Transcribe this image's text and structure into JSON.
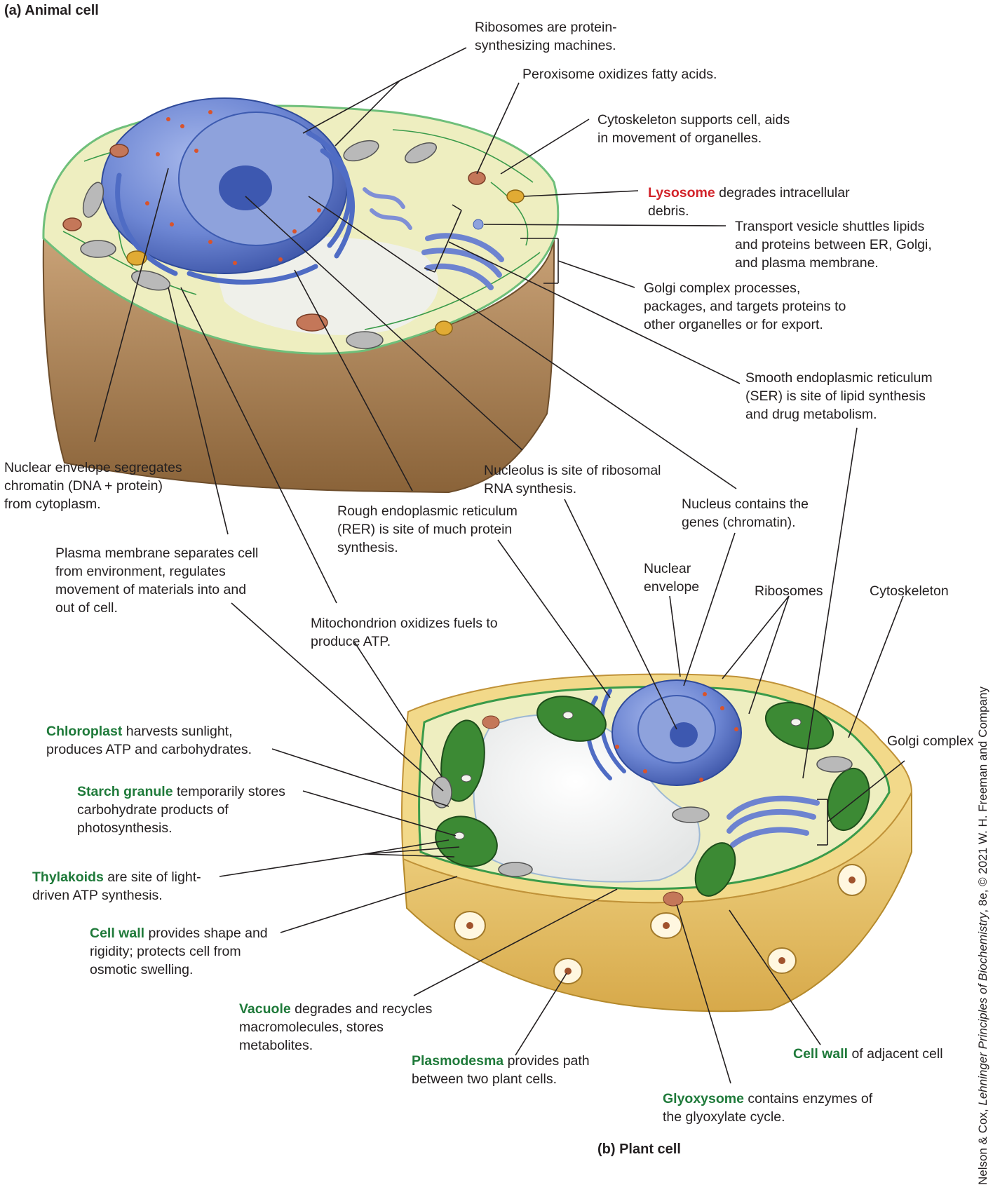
{
  "panels": {
    "animal_title": "(a) Animal cell",
    "plant_title": "(b) Plant cell"
  },
  "credit": {
    "pre": "Nelson & Cox, ",
    "book": "Lehninger Principles of Biochemistry",
    "post": ", 8e, © 2021 W. H. Freeman and Company"
  },
  "animal_labels": {
    "ribosomes_l1": "Ribosomes are protein-",
    "ribosomes_l2": "synthesizing machines.",
    "peroxisome": "Peroxisome oxidizes fatty acids.",
    "cytoskeleton_l1": "Cytoskeleton supports cell, aids",
    "cytoskeleton_l2": "in movement of organelles.",
    "lysosome_term": "Lysosome",
    "lysosome_l1": " degrades intracellular",
    "lysosome_l2": "debris.",
    "vesicle_l1": "Transport vesicle shuttles lipids",
    "vesicle_l2": "and proteins between ER, Golgi,",
    "vesicle_l3": "and plasma membrane.",
    "golgi_l1": "Golgi complex processes,",
    "golgi_l2": "packages, and targets proteins to",
    "golgi_l3": "other organelles or for export.",
    "ser_l1": "Smooth endoplasmic reticulum",
    "ser_l2": "(SER) is site of lipid synthesis",
    "ser_l3": "and drug metabolism.",
    "envelope_l1": "Nuclear envelope segregates",
    "envelope_l2": "chromatin (DNA + protein)",
    "envelope_l3": "from cytoplasm.",
    "nucleolus_l1": "Nucleolus is site of ribosomal",
    "nucleolus_l2": "RNA synthesis.",
    "nucleus_l1": "Nucleus contains the",
    "nucleus_l2": "genes (chromatin).",
    "rer_l1": "Rough endoplasmic reticulum",
    "rer_l2": "(RER) is site of much protein",
    "rer_l3": "synthesis.",
    "plasma_l1": "Plasma membrane separates cell",
    "plasma_l2": "from environment, regulates",
    "plasma_l3": "movement of materials into and",
    "plasma_l4": "out of cell.",
    "mito_l1": "Mitochondrion oxidizes fuels to",
    "mito_l2": "produce ATP."
  },
  "plant_labels": {
    "nuclear_envelope_l1": "Nuclear",
    "nuclear_envelope_l2": "envelope",
    "ribosomes": "Ribosomes",
    "cytoskeleton": "Cytoskeleton",
    "golgi": "Golgi complex",
    "chloroplast_term": "Chloroplast",
    "chloroplast_l1": " harvests sunlight,",
    "chloroplast_l2": "produces ATP and carbohydrates.",
    "starch_term": "Starch granule",
    "starch_l1": " temporarily stores",
    "starch_l2": "carbohydrate products of",
    "starch_l3": "photosynthesis.",
    "thylakoids_term": "Thylakoids",
    "thylakoids_l1": " are site of light-",
    "thylakoids_l2": "driven ATP synthesis.",
    "cellwall_term": "Cell wall",
    "cellwall_l1": " provides shape and",
    "cellwall_l2": "rigidity; protects cell from",
    "cellwall_l3": "osmotic swelling.",
    "vacuole_term": "Vacuole",
    "vacuole_l1": " degrades and recycles",
    "vacuole_l2": "macromolecules, stores",
    "vacuole_l3": "metabolites.",
    "plasmodesma_term": "Plasmodesma",
    "plasmodesma_l1": " provides path",
    "plasmodesma_l2": "between two plant cells.",
    "adjwall_term": "Cell wall",
    "adjwall_l1": " of adjacent cell",
    "glyoxysome_term": "Glyoxysome",
    "glyoxysome_l1": " contains enzymes of",
    "glyoxysome_l2": "the glyoxylate cycle."
  },
  "colors": {
    "highlight_red": "#d2232a",
    "highlight_green": "#1f7a3a",
    "cytoplasm": "#eeeec0",
    "cell_wall": "#e8c85a",
    "nucleus": "#5a78c8",
    "chloroplast": "#3c8a34"
  }
}
